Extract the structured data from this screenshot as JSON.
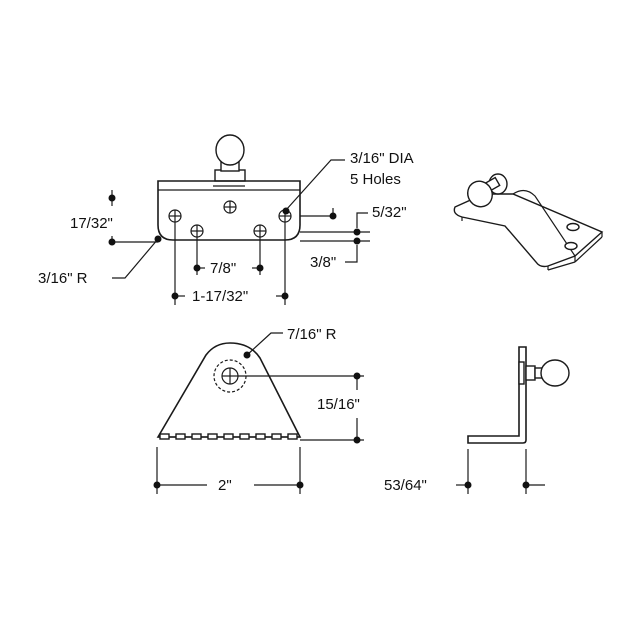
{
  "labels": {
    "hole_dia": "3/16\" DIA",
    "hole_count": "5 Holes",
    "vertical_spacing": "17/32\"",
    "edge_offset": "5/32\"",
    "corner_radius": "3/16\" R",
    "inner_spacing": "7/8\"",
    "side_offset": "3/8\"",
    "outer_spacing": "1-17/32\"",
    "top_radius": "7/16\" R",
    "height": "15/16\"",
    "base_width": "2\"",
    "side_depth": "53/64\""
  },
  "colors": {
    "line": "#1a1a1a",
    "background": "#ffffff"
  }
}
